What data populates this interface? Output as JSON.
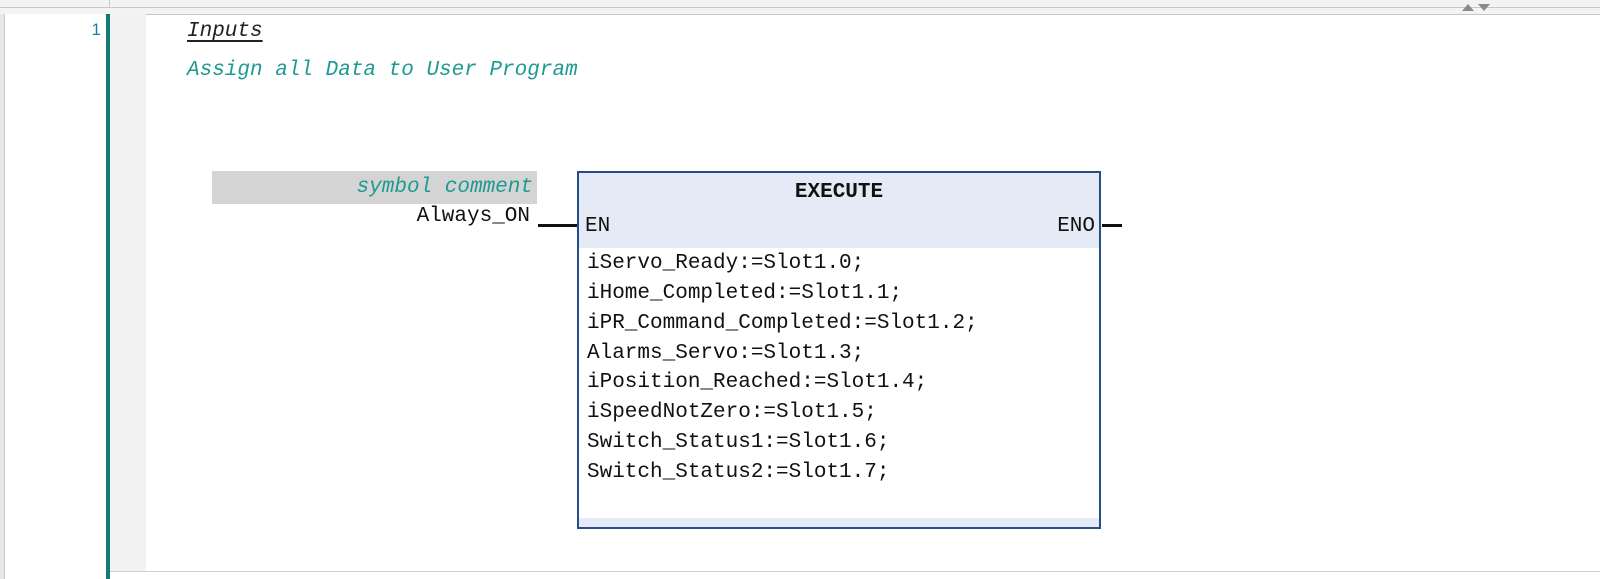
{
  "editor": {
    "network_number": "1",
    "network_title": "Inputs",
    "network_comment": "Assign all Data to User Program"
  },
  "contact": {
    "symbol_comment": "symbol comment",
    "operand": "Always_ON"
  },
  "block": {
    "title": "EXECUTE",
    "input_pin": "EN",
    "output_pin": "ENO",
    "code_lines": [
      "iServo_Ready:=Slot1.0;",
      "iHome_Completed:=Slot1.1;",
      "iPR_Command_Completed:=Slot1.2;",
      "Alarms_Servo:=Slot1.3;",
      "iPosition_Reached:=Slot1.4;",
      "iSpeedNotZero:=Slot1.5;",
      "Switch_Status1:=Slot1.6;",
      "Switch_Status2:=Slot1.7;"
    ]
  },
  "icons": {
    "scroll_up": "triangle-up-icon",
    "scroll_down": "triangle-down-icon"
  },
  "colors": {
    "network_bar": "#137a74",
    "comment_text": "#1d9a93",
    "block_border": "#274e8a",
    "block_fill": "#e5ebf6"
  }
}
